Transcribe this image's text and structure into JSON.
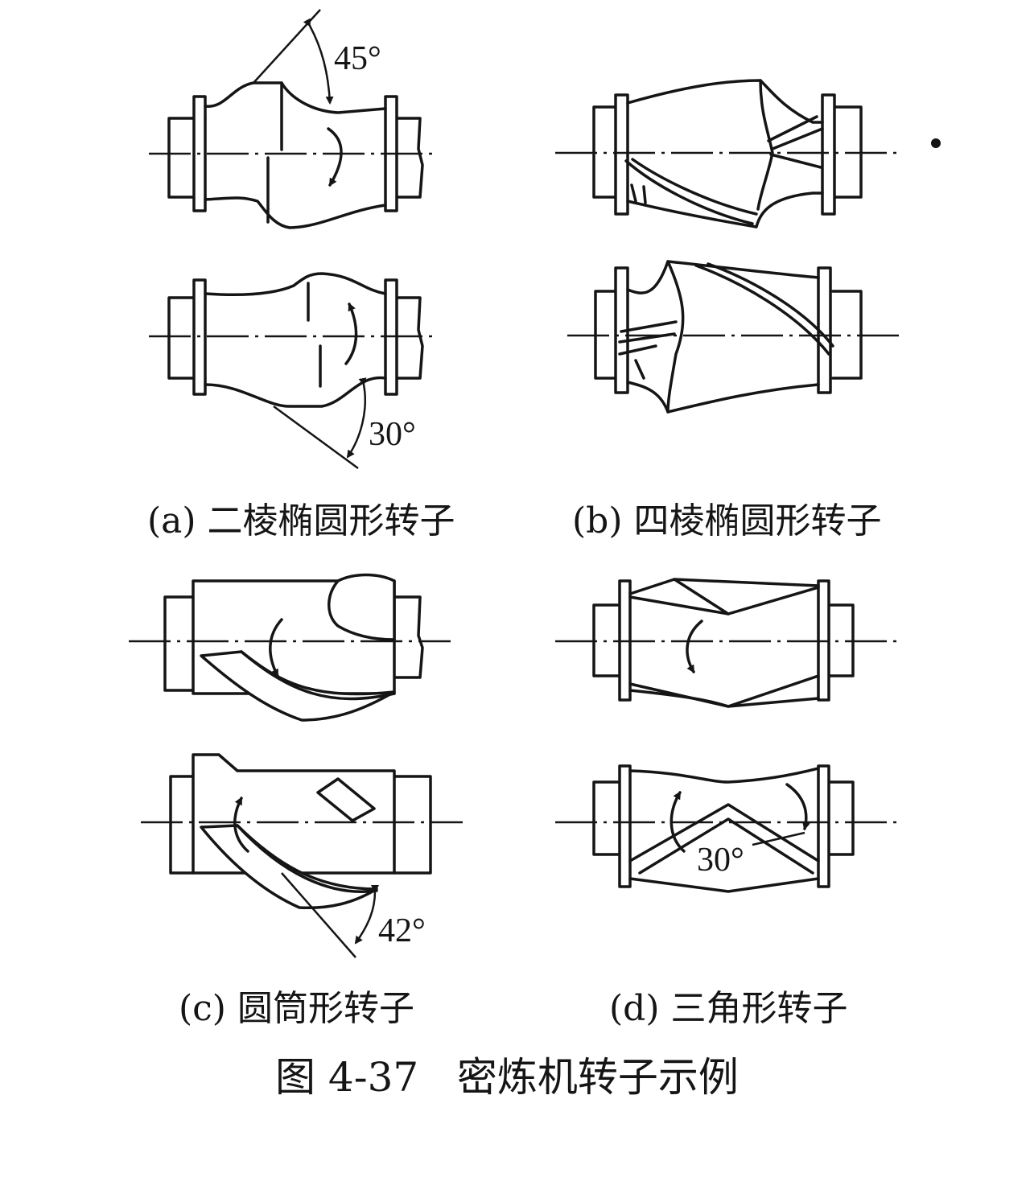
{
  "figure": {
    "caption": "图 4-37   密炼机转子示例",
    "panels": [
      {
        "id": "a",
        "label": "(a) 二棱椭圆形转子",
        "angles": [
          "45°",
          "30°"
        ]
      },
      {
        "id": "b",
        "label": "(b) 四棱椭圆形转子",
        "angles": []
      },
      {
        "id": "c",
        "label": "(c) 圆筒形转子",
        "angles": [
          "42°"
        ]
      },
      {
        "id": "d",
        "label": "(d) 三角形转子",
        "angles": [
          "30°"
        ]
      }
    ]
  },
  "colors": {
    "ink": "#151515",
    "background": "#ffffff"
  }
}
